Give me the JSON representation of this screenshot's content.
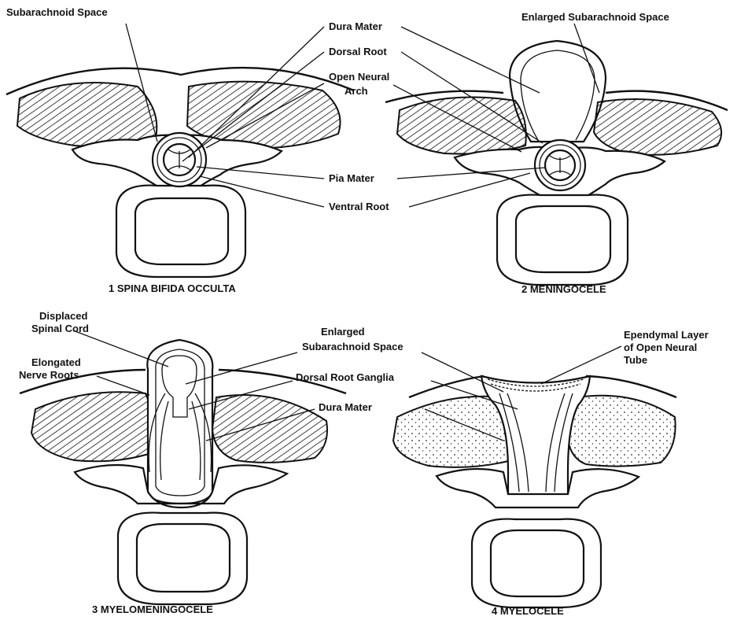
{
  "labels": {
    "subarachnoid_space": "Subarachnoid Space",
    "dura_mater_top": "Dura Mater",
    "dorsal_root": "Dorsal Root",
    "open_neural_arch_1": "Open Neural",
    "open_neural_arch_2": "Arch",
    "pia_mater": "Pia Mater",
    "ventral_root": "Ventral Root",
    "enlarged_subarachnoid_top": "Enlarged Subarachnoid Space",
    "displaced_cord_1": "Displaced",
    "displaced_cord_2": "Spinal Cord",
    "elongated_roots_1": "Elongated",
    "elongated_roots_2": "Nerve Roots",
    "enlarged_subarachnoid_mid_1": "Enlarged",
    "enlarged_subarachnoid_mid_2": "Subarachnoid Space",
    "dorsal_root_ganglia": "Dorsal Root Ganglia",
    "dura_mater_mid": "Dura Mater",
    "ependymal_1": "Ependymal Layer",
    "ependymal_2": "of Open Neural",
    "ependymal_3": "Tube"
  },
  "captions": {
    "panel1": "1 SPINA BIFIDA OCCULTA",
    "panel2": "2 MENINGOCELE",
    "panel3": "3 MYELOMENINGOCELE",
    "panel4": "4 MYELOCELE"
  }
}
